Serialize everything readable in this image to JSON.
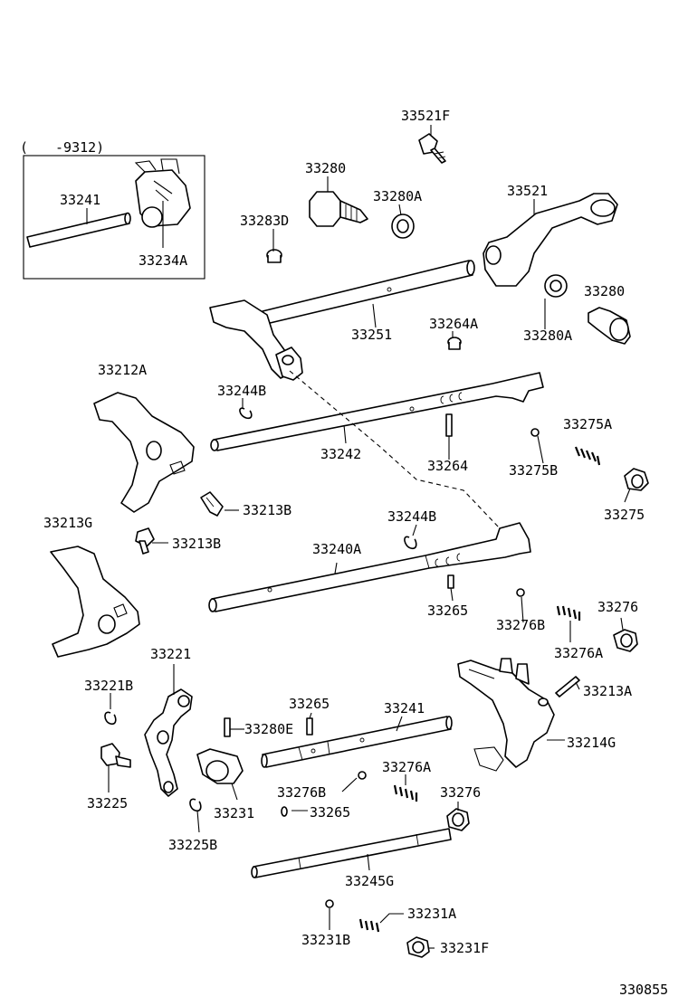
{
  "diagram": {
    "inset_note": "(　　-9312)",
    "figure_number": "330855",
    "labels": {
      "p33521F": "33521F",
      "p33280_top": "33280",
      "p33280A_top": "33280A",
      "p33283D": "33283D",
      "p33521": "33521",
      "p33241_inset": "33241",
      "p33234A": "33234A",
      "p33280_right": "33280",
      "p33280A_right": "33280A",
      "p33251": "33251",
      "p33264A": "33264A",
      "p33212A": "33212A",
      "p33244B_top": "33244B",
      "p33242": "33242",
      "p33264": "33264",
      "p33275A": "33275A",
      "p33275B": "33275B",
      "p33275": "33275",
      "p33213G": "33213G",
      "p33213B_a": "33213B",
      "p33213B_b": "33213B",
      "p33244B_mid": "33244B",
      "p33240A": "33240A",
      "p33265_mid": "33265",
      "p33276_right": "33276",
      "p33276B_mid": "33276B",
      "p33276A_mid": "33276A",
      "p33221": "33221",
      "p33221B": "33221B",
      "p33213A": "33213A",
      "p33265_low": "33265",
      "p33241_low": "33241",
      "p33280E": "33280E",
      "p33214G": "33214G",
      "p33225": "33225",
      "p33276B_low": "33276B",
      "p33276A_low": "33276A",
      "p33276_low": "33276",
      "p33231": "33231",
      "p33265_bottom": "33265",
      "p33225B": "33225B",
      "p33245G": "33245G",
      "p33231A": "33231A",
      "p33231B": "33231B",
      "p33231F": "33231F"
    }
  }
}
